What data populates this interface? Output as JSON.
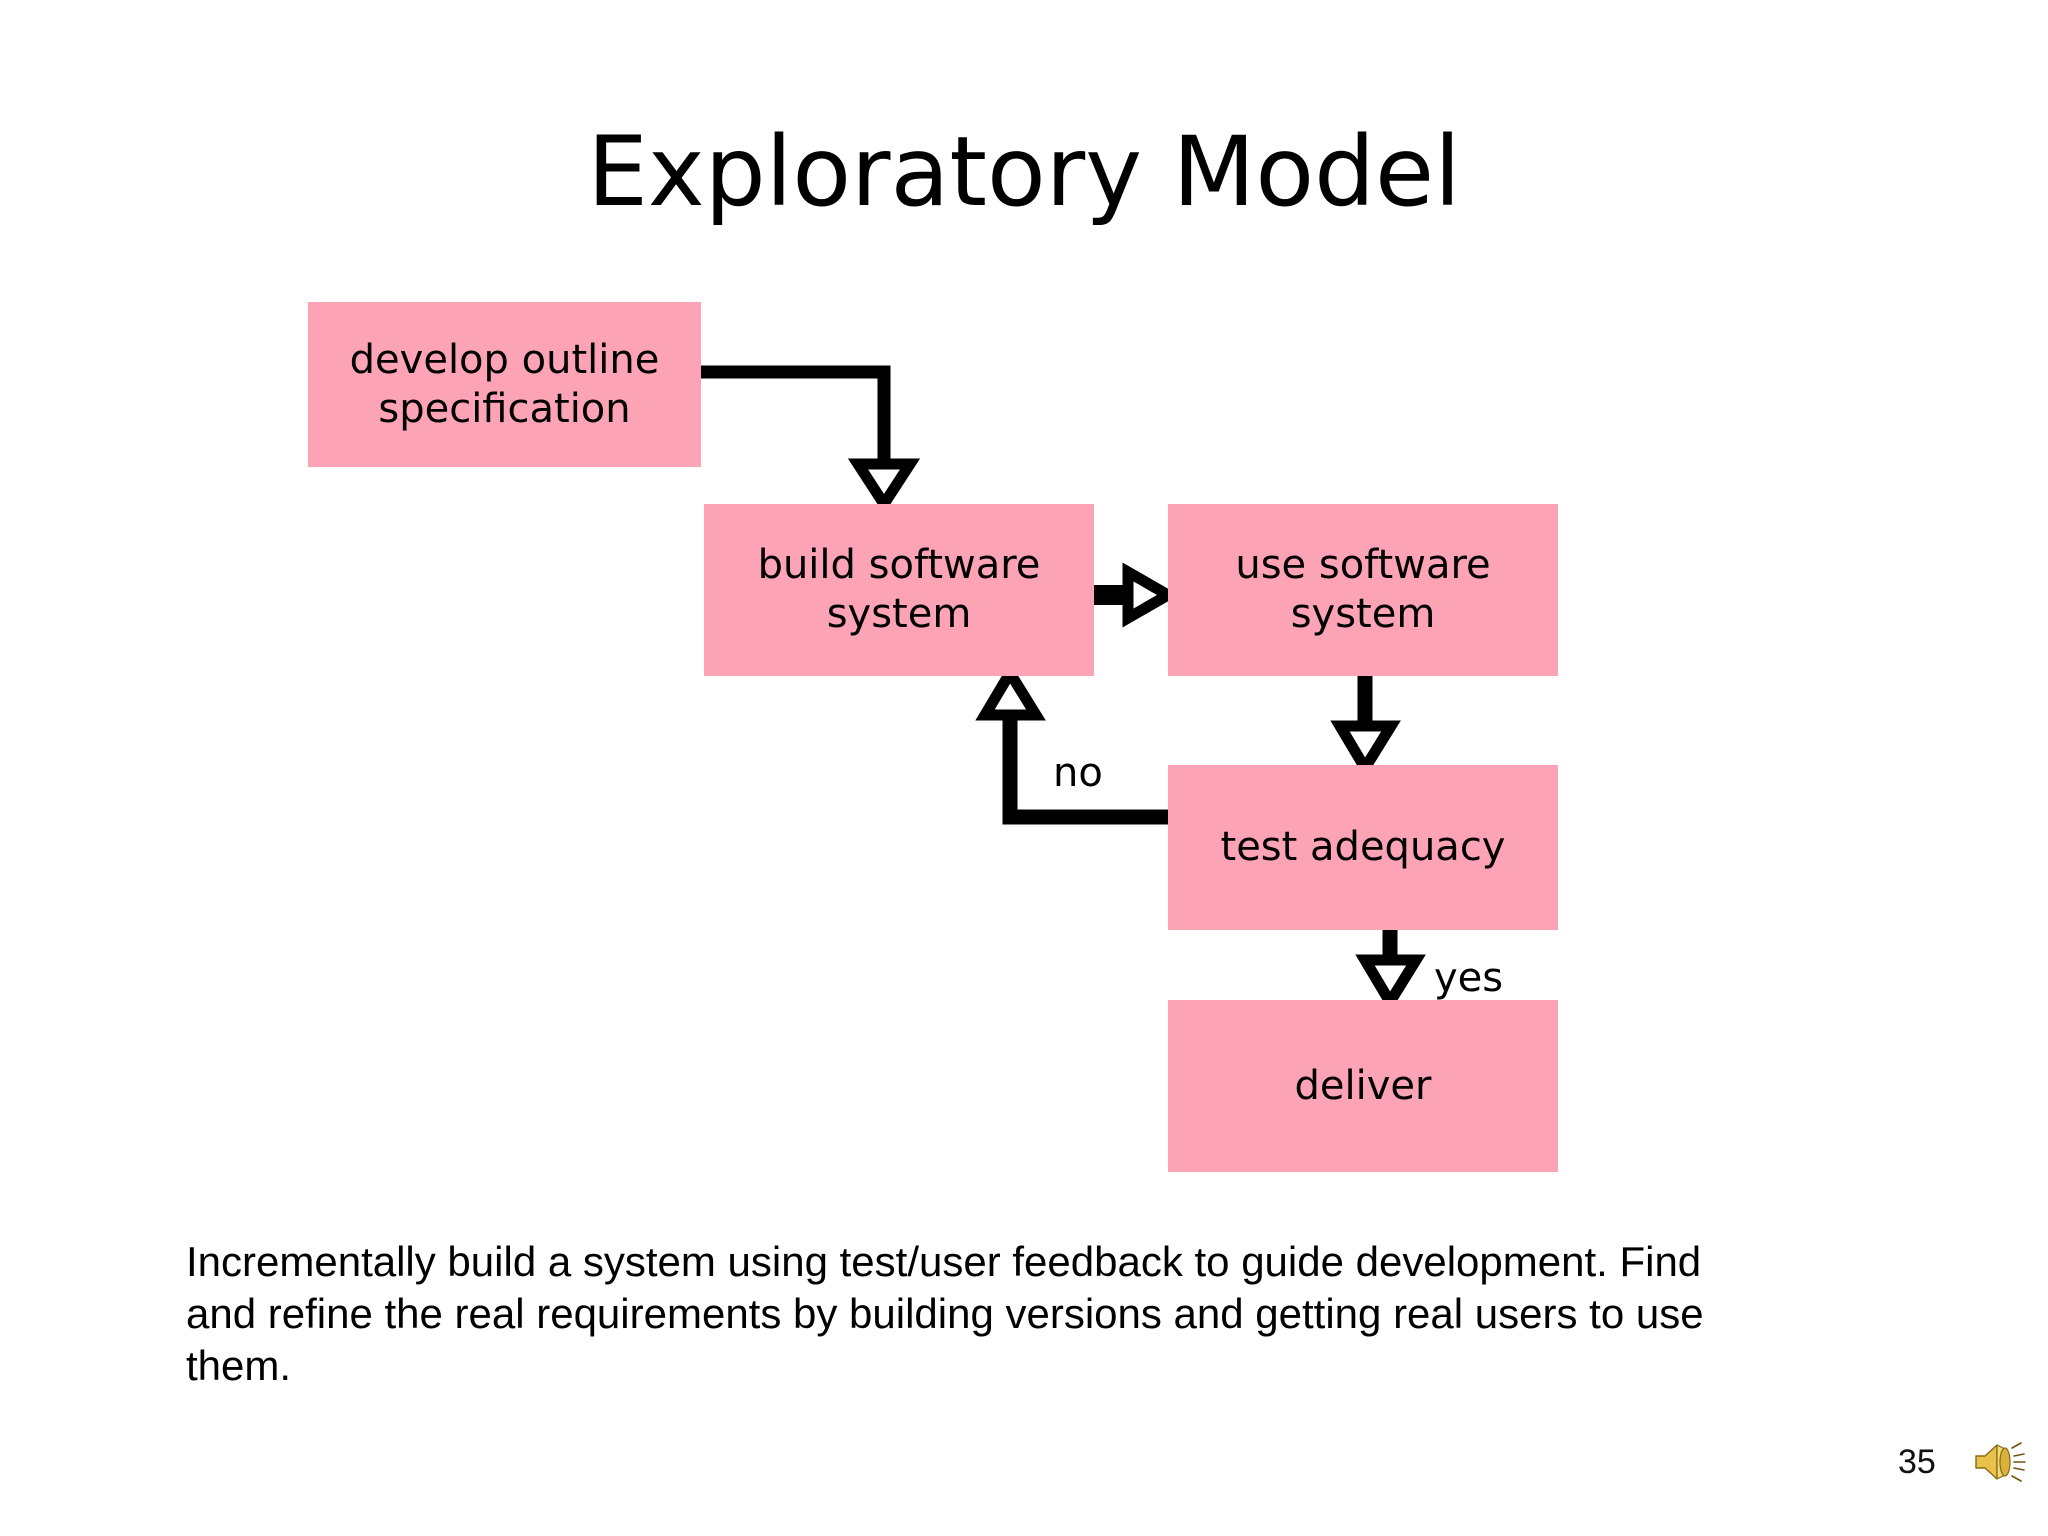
{
  "slide": {
    "title": "Exploratory Model",
    "page_number": "35",
    "speaker_icon": "speaker-sound-icon",
    "background_color": "#ffffff",
    "node_fill_color": "#FCA3B6",
    "line_color": "#000000"
  },
  "diagram": {
    "type": "flowchart",
    "nodes": [
      {
        "id": "develop",
        "label": "develop outline specification"
      },
      {
        "id": "build",
        "label": "build software system"
      },
      {
        "id": "use",
        "label": "use software system"
      },
      {
        "id": "test",
        "label": "test adequacy"
      },
      {
        "id": "deliver",
        "label": "deliver"
      }
    ],
    "edges": [
      {
        "from": "develop",
        "to": "build",
        "label": ""
      },
      {
        "from": "build",
        "to": "use",
        "label": ""
      },
      {
        "from": "use",
        "to": "test",
        "label": ""
      },
      {
        "from": "test",
        "to": "build",
        "label": "no"
      },
      {
        "from": "test",
        "to": "deliver",
        "label": "yes"
      }
    ],
    "edge_labels": {
      "no": "no",
      "yes": "yes"
    }
  },
  "caption": {
    "text": "Incrementally build a system using test/user feedback to guide development. Find and refine the real requirements by building versions and getting real users to use them."
  }
}
